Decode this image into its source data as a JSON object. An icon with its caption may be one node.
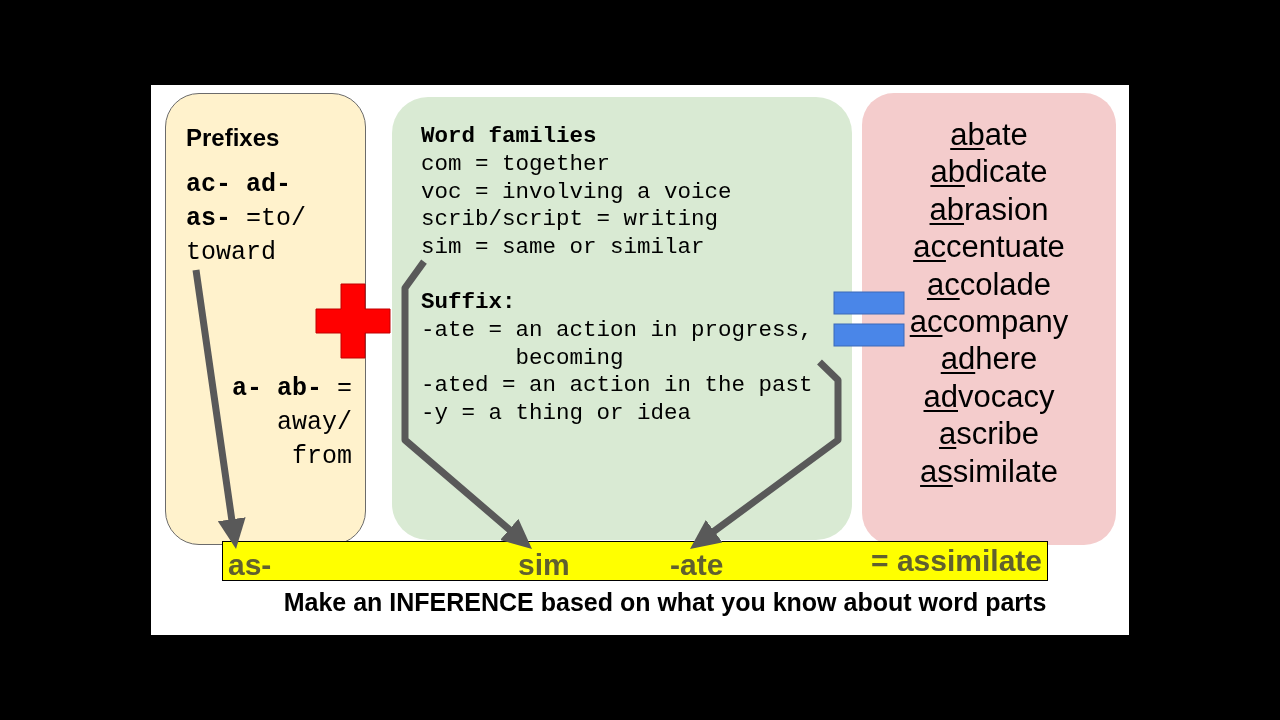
{
  "diagram": {
    "nodes": [
      {
        "text": [
          "Prefixes",
          "**a- ab-** = away/ from"
        ]
      },
      {
        "text": [
          "**ac- ad- as-** =to/ toward"
        ],
        "in": 0
      },
      {
        "text": [
          "Word families",
          "com = together",
          "voc = involving a voice",
          "scrib/script = writing",
          "Suffix:",
          "-ated = an action in the past",
          "-y = a thing or idea"
        ]
      },
      {
        "text": [
          "sim = same or similar"
        ],
        "in": 2
      },
      {
        "text": [
          "-ate = an action in progress, becoming"
        ],
        "in": 2
      },
      {
        "text": [
          "abate",
          "abdicate",
          "abrasion",
          "accentuate",
          "accolade",
          "accompany",
          "adhere",
          "advocacy",
          "ascribe",
          "assimilate"
        ]
      },
      {
        "text": [
          "= assimilate"
        ]
      },
      {
        "text": [
          "as-"
        ],
        "in": 6
      },
      {
        "text": [
          "sim"
        ],
        "in": 6
      },
      {
        "text": [
          "-ate"
        ],
        "in": 6
      }
    ],
    "edges": [
      {
        "from": 1,
        "to": 7,
        "arrow": "to"
      },
      {
        "from": 3,
        "to": 8,
        "arrow": "to"
      },
      {
        "from": 4,
        "to": 9,
        "arrow": "to"
      }
    ],
    "caption": "Make an INFERENCE based on what you know about word parts"
  }
}
